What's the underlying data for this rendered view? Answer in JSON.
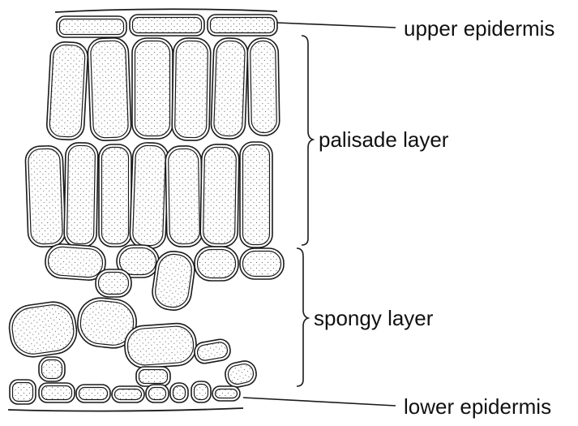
{
  "labels": {
    "upper_epidermis": "upper epidermis",
    "palisade_layer": "palisade layer",
    "spongy_layer": "spongy layer",
    "lower_epidermis": "lower epidermis"
  },
  "colors": {
    "outline": "#1a1a1a",
    "stipple": "#6b6b6b",
    "cell_fill": "#ffffff",
    "text": "#111111"
  }
}
